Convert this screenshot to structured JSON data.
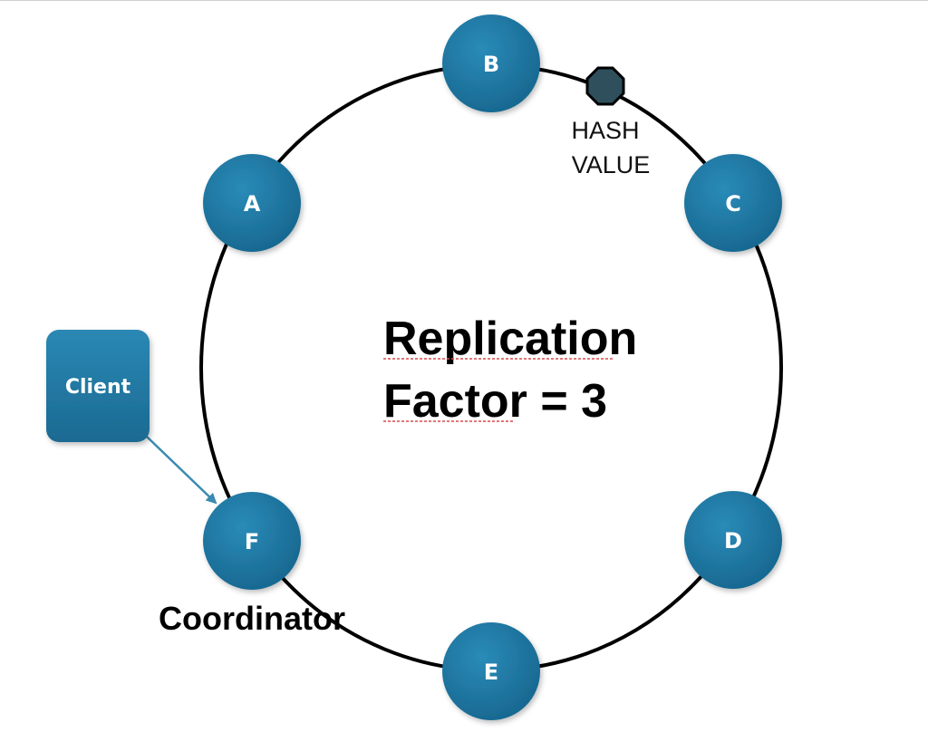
{
  "diagram": {
    "title_line1": "Replication",
    "title_line2": "Factor = 3",
    "client_label": "Client",
    "coordinator_label": "Coordinator",
    "hash_label_line1": "HASH",
    "hash_label_line2": "VALUE",
    "nodes": [
      {
        "id": "A",
        "label": "A"
      },
      {
        "id": "B",
        "label": "B"
      },
      {
        "id": "C",
        "label": "C"
      },
      {
        "id": "D",
        "label": "D"
      },
      {
        "id": "E",
        "label": "E"
      },
      {
        "id": "F",
        "label": "F"
      }
    ],
    "edges": [
      {
        "from": "Client",
        "to": "F",
        "type": "arrow"
      }
    ],
    "colors": {
      "node_fill": "#1f7ba6",
      "node_fill_dark": "#17678f",
      "ring": "#000000",
      "hash_marker": "#2f4f5c",
      "arrow": "#3b8bb0",
      "spellcheck_underline": "#d94a4a"
    }
  }
}
